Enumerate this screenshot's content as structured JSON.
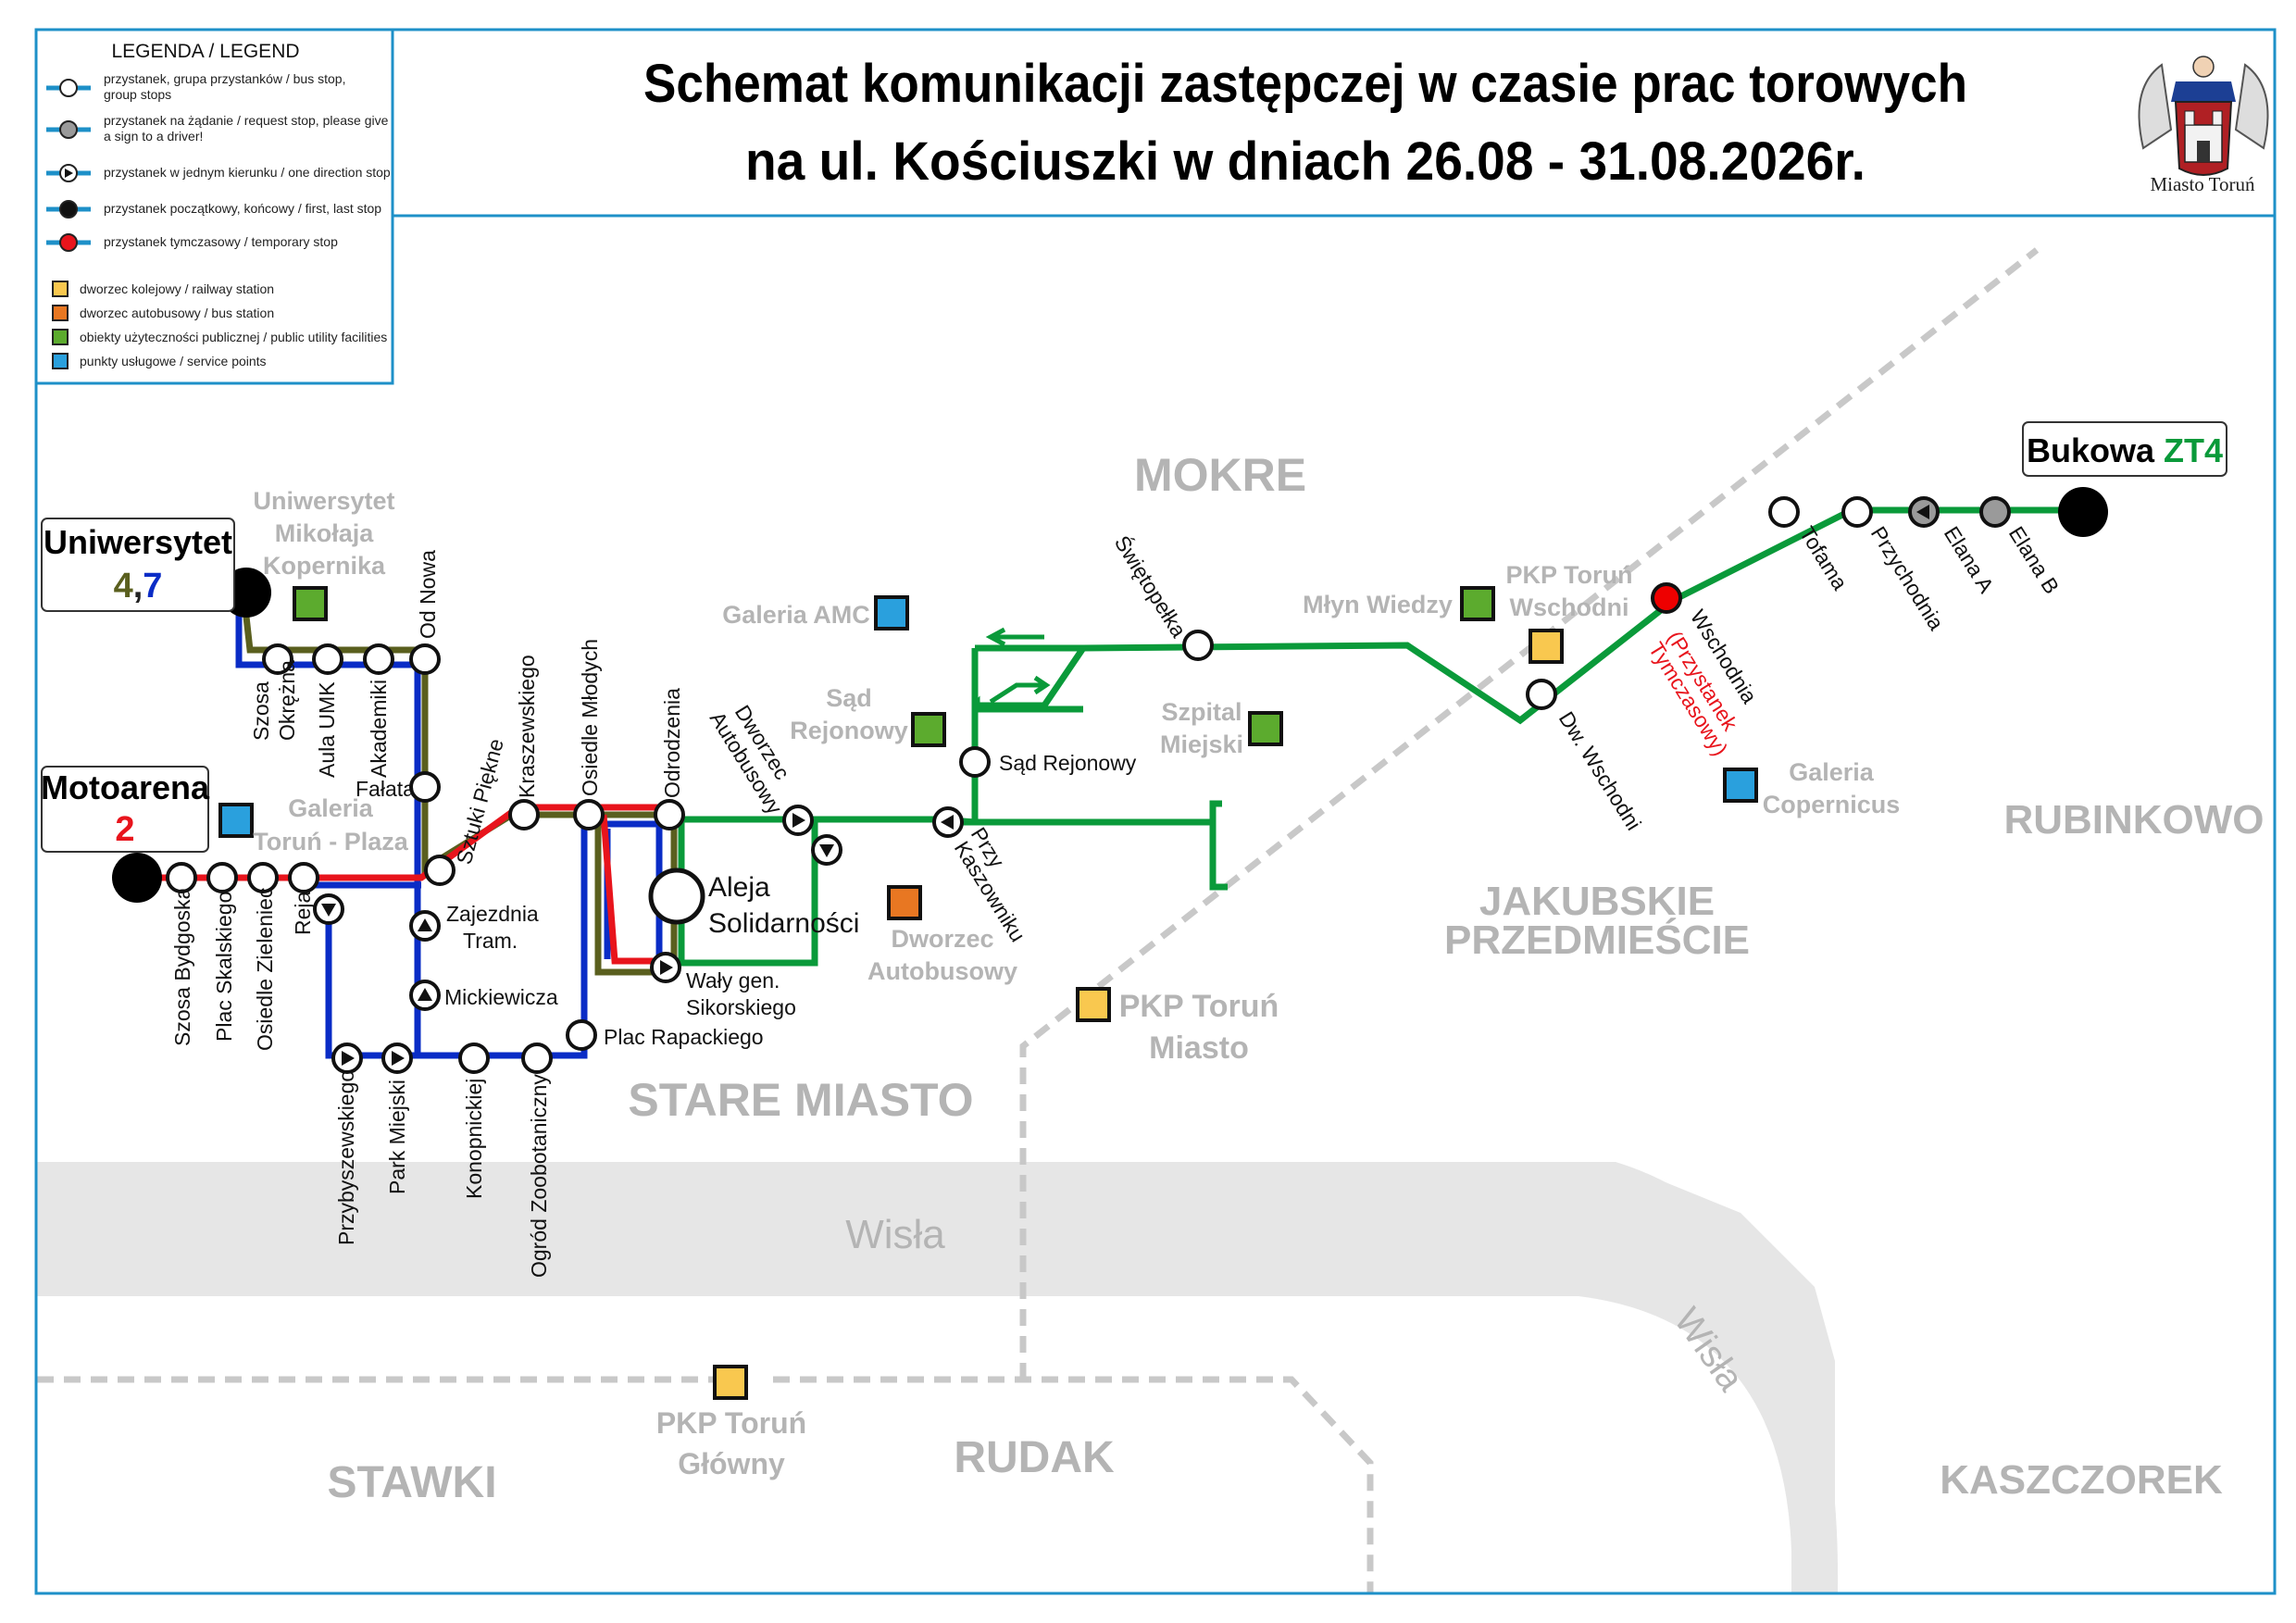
{
  "header": {
    "title_line1": "Schemat komunikacji zastępczej w czasie prac torowych",
    "title_line2": "na ul. Kościuszki w dniach 26.08 - 31.08.2026r.",
    "logo_caption": "Miasto Toruń"
  },
  "legend": {
    "title": "LEGENDA / LEGEND",
    "stop_items": [
      {
        "icon": "white-stop-icon",
        "lines": [
          "przystanek, grupa przystanków / bus stop,",
          "group stops"
        ]
      },
      {
        "icon": "grey-request-stop-icon",
        "lines": [
          "przystanek na żądanie / request stop, please give",
          "a sign to a driver!"
        ]
      },
      {
        "icon": "one-direction-stop-icon",
        "lines": [
          "przystanek w jednym kierunku / one direction stop"
        ]
      },
      {
        "icon": "terminus-stop-icon",
        "lines": [
          "przystanek początkowy, końcowy / first, last stop"
        ]
      },
      {
        "icon": "temporary-stop-icon",
        "lines": [
          "przystanek tymczasowy / temporary stop"
        ]
      }
    ],
    "poi_items": [
      {
        "color": "#f9c84f",
        "label": "dworzec kolejowy / railway station"
      },
      {
        "color": "#e87722",
        "label": "dworzec autobusowy / bus station"
      },
      {
        "color": "#5cab2e",
        "label": "obiekty użyteczności publicznej / public utility facilities"
      },
      {
        "color": "#2aa0dd",
        "label": "punkty usługowe / service points"
      }
    ]
  },
  "colors": {
    "frame": "#1e90c8",
    "line_olive": "#5a5f1e",
    "line_blue": "#0a2cc6",
    "line_red": "#e8141c",
    "line_green": "#0a9a3a",
    "district": "#b4b4b4",
    "river": "#e6e6e6"
  },
  "termini": {
    "uniwersytet": {
      "name": "Uniwersytet",
      "line_a": "4",
      "sep": ",",
      "line_b": "7"
    },
    "motoarena": {
      "name": "Motoarena",
      "line": "2"
    },
    "bukowa": {
      "name": "Bukowa",
      "line": "ZT4"
    }
  },
  "districts": [
    "MOKRE",
    "STARE MIASTO",
    "RUBINKOWO",
    "JAKUBSKIE",
    "PRZEDMIEŚCIE",
    "STAWKI",
    "RUDAK",
    "KASZCZOREK"
  ],
  "river": {
    "name": "Wisła"
  },
  "stops": {
    "szosa_okrezna": [
      "Szosa",
      "Okrężna"
    ],
    "aula_umk": "Aula UMK",
    "akademiki": "Akademiki",
    "od_nowa": "Od Nowa",
    "falata": "Fałata",
    "sztuki_piekne": "Sztuki Piękne",
    "kraszewskiego": "Kraszewskiego",
    "osiedle_mlodych": "Osiedle Młodych",
    "odrodzenia": "Odrodzenia",
    "aleja_solidarnosci": [
      "Aleja",
      "Solidarności"
    ],
    "dworzec_autobusowy": [
      "Dworzec",
      "Autobusowy"
    ],
    "przy_kaszowniku": [
      "Przy",
      "Kaszowniku"
    ],
    "sad_rejonowy": "Sąd Rejonowy",
    "swietopelka": "Świętopełka",
    "dw_wschodni": "Dw. Wschodni",
    "wschodnia": "Wschodnia",
    "wschodnia_note": [
      "(Przystanek",
      "Tymczasowy)"
    ],
    "tofama": "Tofama",
    "przychodnia": "Przychodnia",
    "elana_a": "Elana A",
    "elana_b": "Elana B",
    "szosa_bydgoska": "Szosa Bydgoska",
    "plac_skalskiego": "Plac Skalskiego",
    "osiedle_zieleniec": "Osiedle Zieleniec",
    "reja": "Reja",
    "zajezdnia": [
      "Zajezdnia",
      "Tram."
    ],
    "mickiewicza": "Mickiewicza",
    "przybyszewskiego": "Przybyszewskiego",
    "park_miejski": "Park Miejski",
    "konopnickiej": "Konopnickiej",
    "ogrod_zoobotaniczny": "Ogród Zoobotaniczny",
    "plac_rapackiego": "Plac Rapackiego",
    "waly_gen": [
      "Wały gen.",
      "Sikorskiego"
    ]
  },
  "pois": {
    "uniwersytet_mk": [
      "Uniwersytet",
      "Mikołaja",
      "Kopernika"
    ],
    "galeria_torun_plaza": [
      "Galeria",
      "Toruń - Plaza"
    ],
    "galeria_amc": "Galeria AMC",
    "sad_rejonowy": [
      "Sąd",
      "Rejonowy"
    ],
    "dworzec_autobusowy": [
      "Dworzec",
      "Autobusowy"
    ],
    "szpital_miejski": [
      "Szpital",
      "Miejski"
    ],
    "mlyn_wiedzy": "Młyn Wiedzy",
    "pkp_wschodni": [
      "PKP Toruń",
      "Wschodni"
    ],
    "pkp_miasto": [
      "PKP Toruń",
      "Miasto"
    ],
    "pkp_glowny": [
      "PKP Toruń",
      "Główny"
    ],
    "galeria_copernicus": [
      "Galeria",
      "Copernicus"
    ]
  }
}
